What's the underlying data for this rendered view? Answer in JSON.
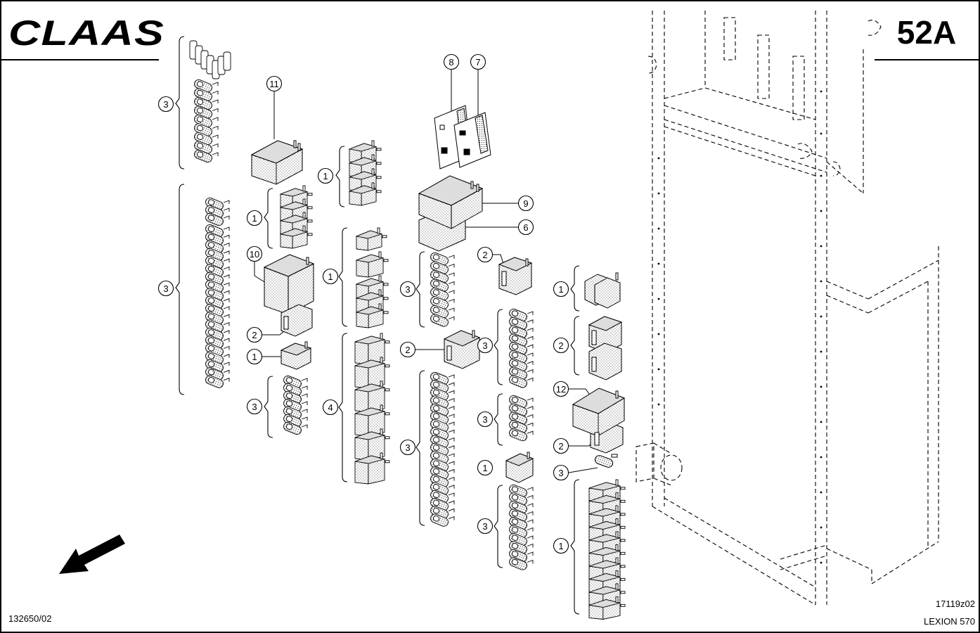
{
  "header": {
    "brand": "CLAAS",
    "page_ref": "52A"
  },
  "footer": {
    "left_code": "132650/02",
    "drawing_code": "17119z02",
    "model": "LEXION 570"
  },
  "callouts": [
    {
      "id": "c1",
      "num": "3"
    },
    {
      "id": "c2",
      "num": "3"
    },
    {
      "id": "c3",
      "num": "11"
    },
    {
      "id": "c4",
      "num": "1"
    },
    {
      "id": "c5",
      "num": "1"
    },
    {
      "id": "c6",
      "num": "10"
    },
    {
      "id": "c7",
      "num": "2"
    },
    {
      "id": "c8",
      "num": "1"
    },
    {
      "id": "c9",
      "num": "3"
    },
    {
      "id": "c10",
      "num": "1"
    },
    {
      "id": "c11",
      "num": "4"
    },
    {
      "id": "c12",
      "num": "8"
    },
    {
      "id": "c13",
      "num": "7"
    },
    {
      "id": "c14",
      "num": "9"
    },
    {
      "id": "c15",
      "num": "6"
    },
    {
      "id": "c16",
      "num": "3"
    },
    {
      "id": "c17",
      "num": "2"
    },
    {
      "id": "c18",
      "num": "3"
    },
    {
      "id": "c19",
      "num": "2"
    },
    {
      "id": "c20",
      "num": "3"
    },
    {
      "id": "c21",
      "num": "3"
    },
    {
      "id": "c22",
      "num": "1"
    },
    {
      "id": "c23",
      "num": "3"
    },
    {
      "id": "c24",
      "num": "1"
    },
    {
      "id": "c25",
      "num": "2"
    },
    {
      "id": "c26",
      "num": "12"
    },
    {
      "id": "c27",
      "num": "2"
    },
    {
      "id": "c28",
      "num": "3"
    },
    {
      "id": "c29",
      "num": "1"
    }
  ]
}
